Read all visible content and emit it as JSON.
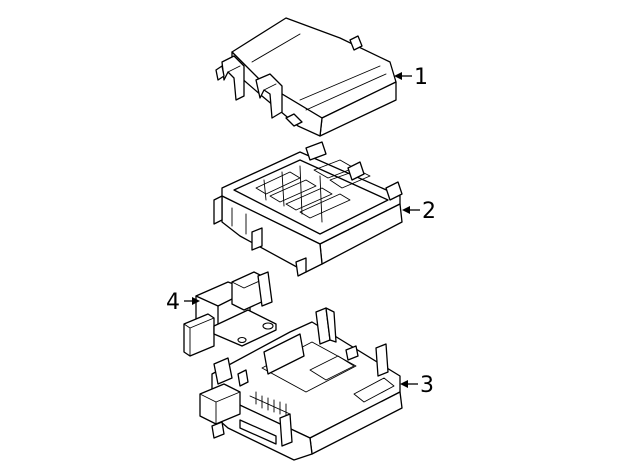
{
  "callouts": [
    {
      "number": "1",
      "part": "fuse-box-cover"
    },
    {
      "number": "2",
      "part": "fuse-box-housing"
    },
    {
      "number": "3",
      "part": "fuse-box-lower-tray"
    },
    {
      "number": "4",
      "part": "bracket-connector"
    }
  ]
}
